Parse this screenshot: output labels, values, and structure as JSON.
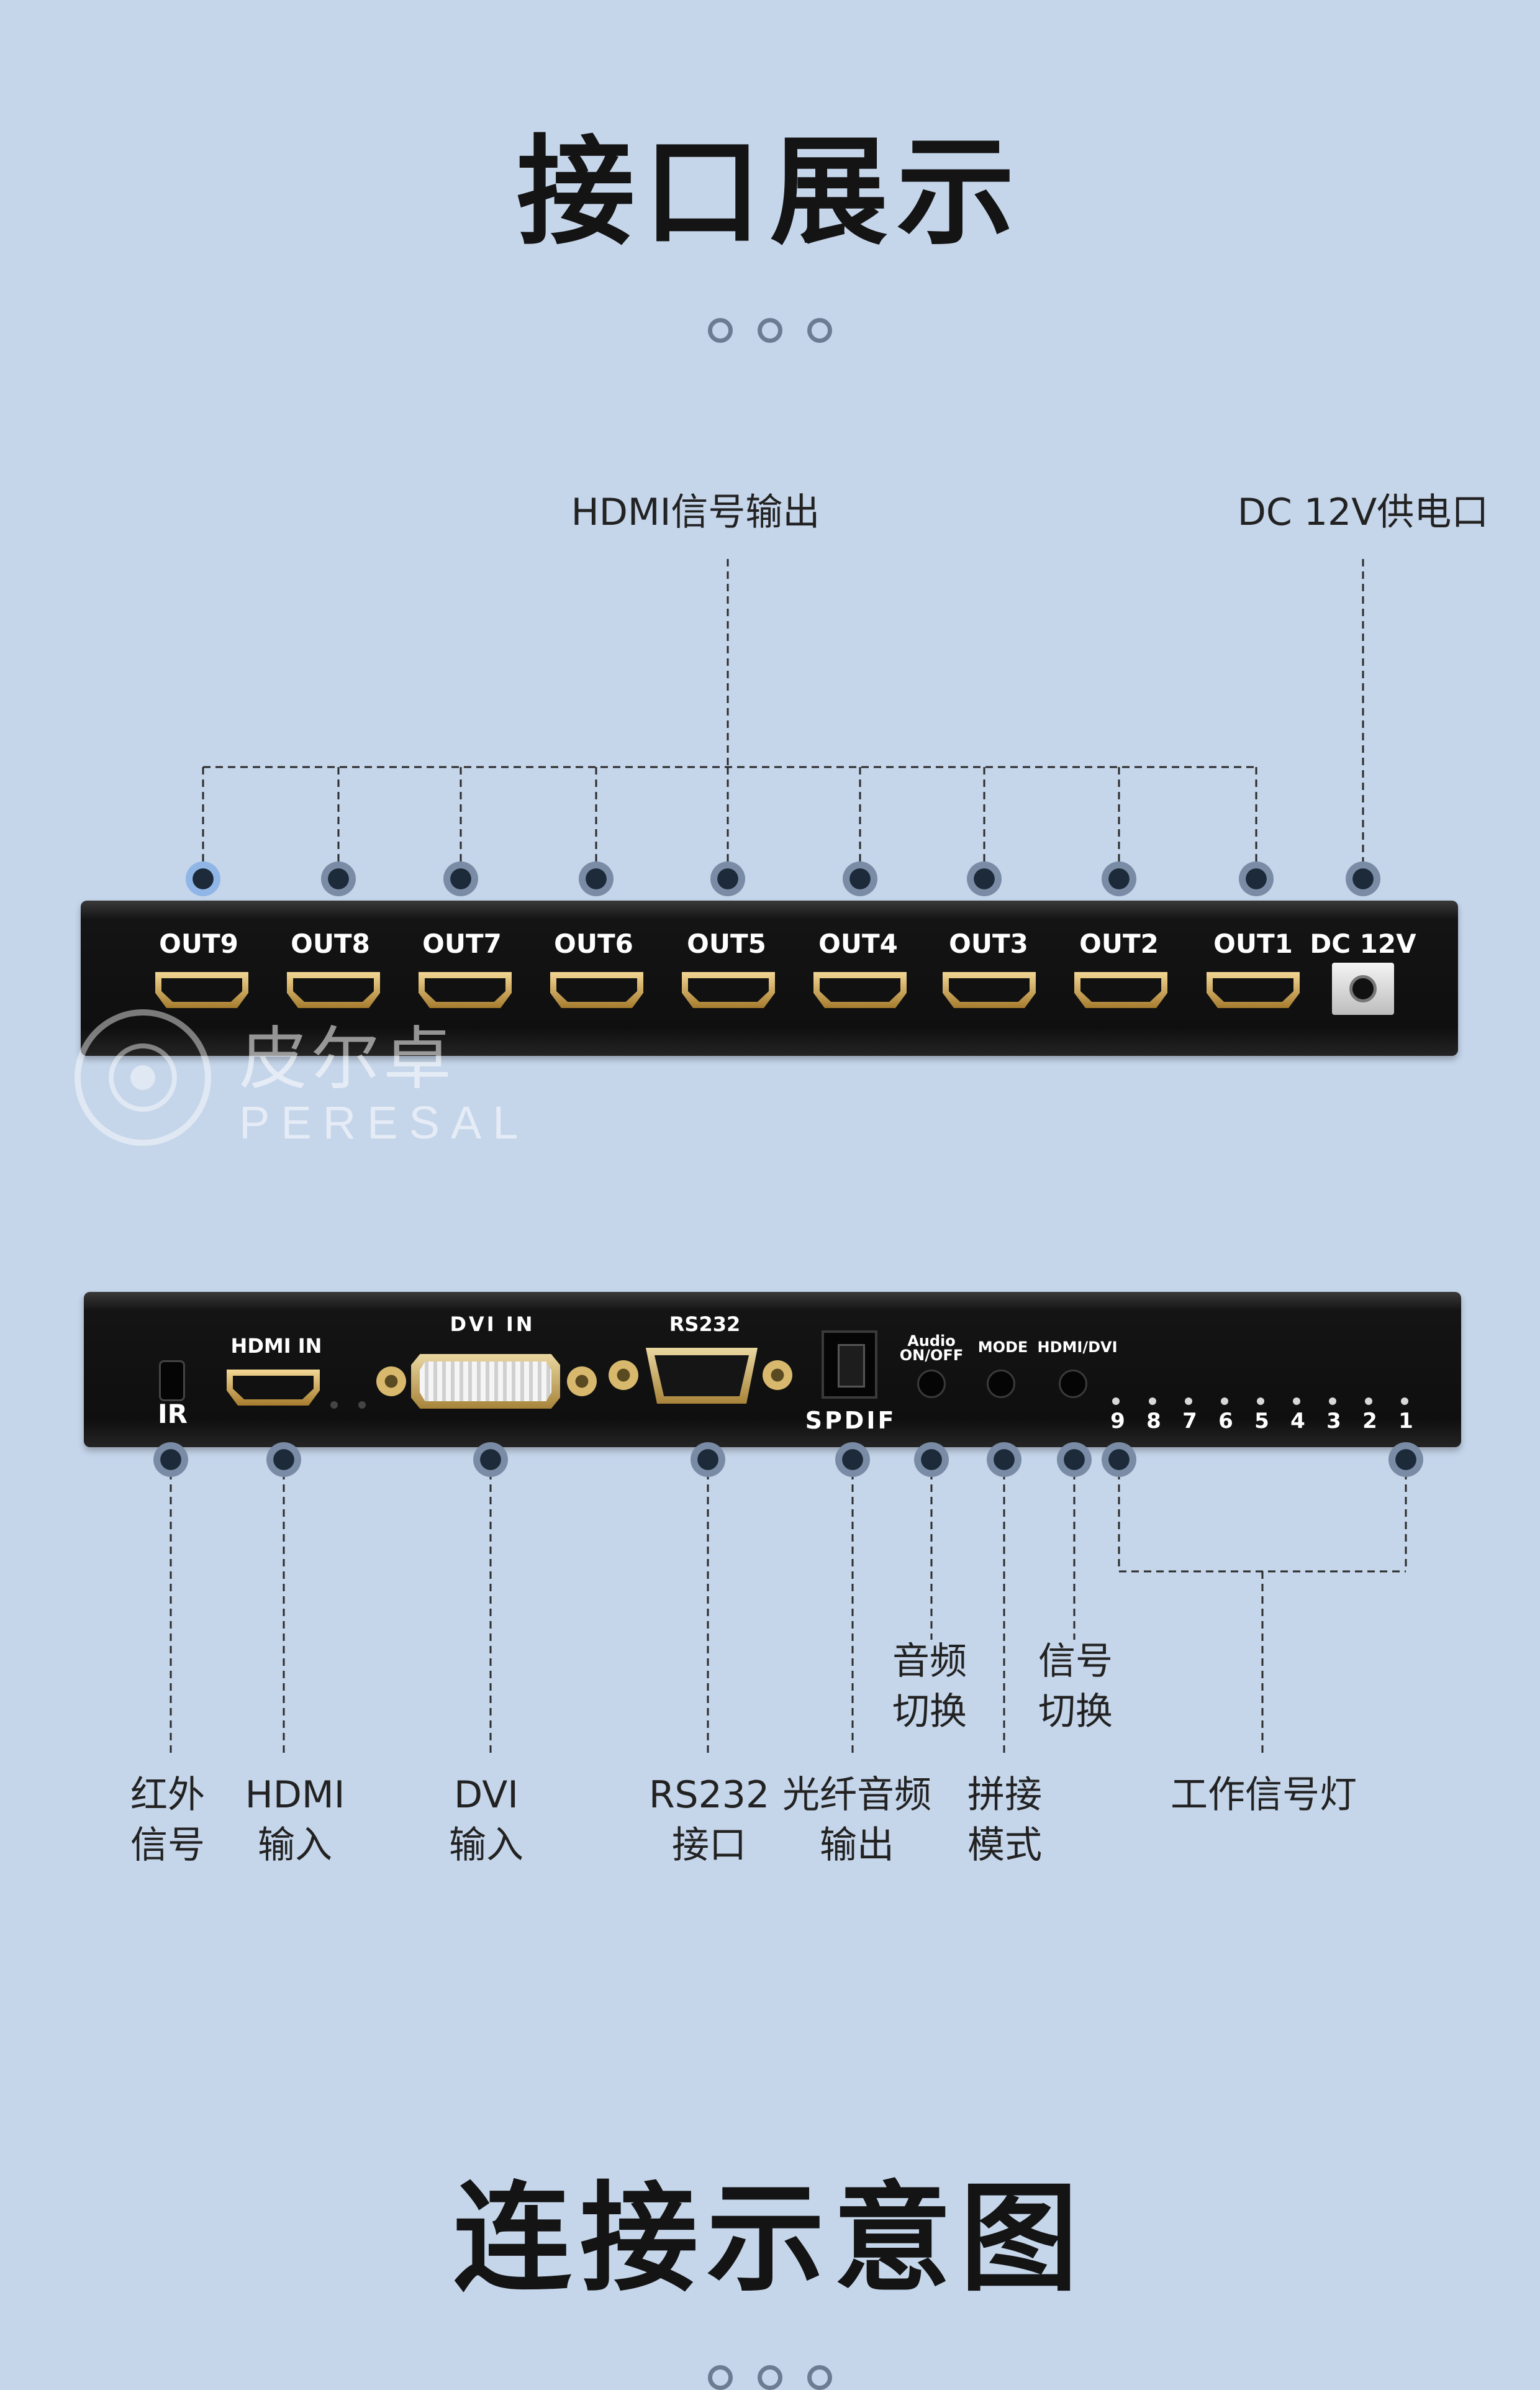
{
  "section1": {
    "title": "接口展示"
  },
  "section2": {
    "title": "连接示意图"
  },
  "top_panel": {
    "callouts": {
      "hdmi_out": "HDMI信号输出",
      "dc_power": "DC 12V供电口"
    },
    "ports": [
      "OUT9",
      "OUT8",
      "OUT7",
      "OUT6",
      "OUT5",
      "OUT4",
      "OUT3",
      "OUT2",
      "OUT1"
    ],
    "dc_label": "DC 12V"
  },
  "bottom_panel": {
    "labels": {
      "ir": "IR",
      "hdmi_in": "HDMI IN",
      "dvi_in": "DVI IN",
      "rs232": "RS232",
      "spdif": "SPDIF",
      "audio_on_off_1": "Audio",
      "audio_on_off_2": "ON/OFF",
      "mode": "MODE",
      "hdmi_dvi": "HDMI/DVI"
    },
    "leds": [
      "9",
      "8",
      "7",
      "6",
      "5",
      "4",
      "3",
      "2",
      "1"
    ],
    "callouts": {
      "ir_1": "红外",
      "ir_2": "信号",
      "hdmi_1": "HDMI",
      "hdmi_2": "输入",
      "dvi_1": "DVI",
      "dvi_2": "输入",
      "rs232_1": "RS232",
      "rs232_2": "接口",
      "optical_1": "光纤音频",
      "optical_2": "输出",
      "audio_sw_1": "音频",
      "audio_sw_2": "切换",
      "signal_sw_1": "信号",
      "signal_sw_2": "切换",
      "splice_1": "拼接",
      "splice_2": "模式",
      "work_led": "工作信号灯"
    }
  },
  "watermark": {
    "brand_cn": "皮尔卓",
    "brand_en": "PERESAL"
  },
  "colors": {
    "background": "#c5d5ea",
    "panel": "#141414",
    "port_gold": "#d6b468",
    "marker": "#7a8ca5"
  }
}
